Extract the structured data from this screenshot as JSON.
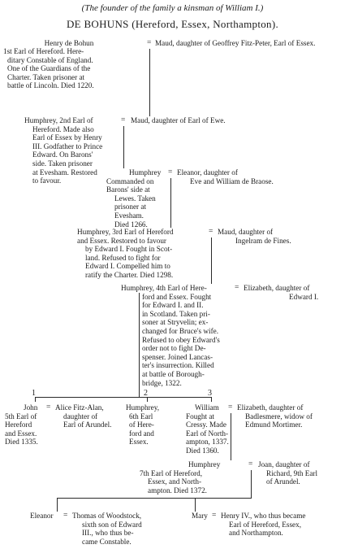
{
  "header": "(The founder of the family a kinsman of William I.)",
  "title": "DE BOHUNS (Hereford, Essex, Northampton).",
  "generations": {
    "g1": {
      "husband": [
        "Henry de Bohun",
        "1st Earl of Hereford. Here-",
        "ditary Constable of England.",
        "One of the Guardians of the",
        "Charter. Taken prisoner at",
        "battle of Lincoln. Died 1220."
      ],
      "wife": [
        "Maud, daughter of Geoffrey Fitz-Peter, Earl of Essex."
      ]
    },
    "g2": {
      "husband": [
        "Humphrey, 2nd Earl of",
        "Hereford. Made also",
        "Earl of Essex by Henry",
        "III. Godfather to Prince",
        "Edward. On Barons'",
        "side. Taken prisoner",
        "at Evesham. Restored",
        "to favour."
      ],
      "wife": [
        "Maud, daughter of Earl of Ewe."
      ]
    },
    "g3": {
      "husband": [
        "Humphrey",
        "Commanded on",
        "Barons' side at",
        "Lewes. Taken",
        "prisoner at",
        "Evesham.",
        "Died 1266."
      ],
      "wife": [
        "Eleanor, daughter of",
        "Eve and William de Braose."
      ]
    },
    "g4": {
      "husband": [
        "Humphrey, 3rd Earl of Hereford",
        "and Essex. Restored to favour",
        "by Edward I. Fought in Scot-",
        "land. Refused to fight for",
        "Edward I. Compelled him to",
        "ratify the Charter. Died 1298."
      ],
      "wife": [
        "Maud, daughter of",
        "Ingelram de Fines."
      ]
    },
    "g5": {
      "husband": [
        "Humphrey, 4th Earl of Here-",
        "ford and Essex. Fought",
        "for Edward I. and II.",
        "in Scotland. Taken pri-",
        "soner at Stryvelin; ex-",
        "changed for Bruce's wife.",
        "Refused to obey Edward's",
        "order not to fight De-",
        "spenser. Joined Lancas-",
        "ter's insurrection. Killed",
        "at battle of Borough-",
        "bridge, 1322."
      ],
      "wife": [
        "Elizabeth, daughter of",
        "Edward I."
      ]
    }
  },
  "children": {
    "numbers": [
      "1",
      "2",
      "3"
    ],
    "john": [
      "John",
      "5th Earl of",
      "Hereford",
      "and Essex.",
      "Died 1335."
    ],
    "alice": [
      "Alice Fitz-Alan,",
      "daughter of",
      "Earl of Arundel."
    ],
    "humphrey6": [
      "Humphrey,",
      "6th Earl",
      "of Here-",
      "ford and",
      "Essex."
    ],
    "william": [
      "William",
      "Fought at",
      "Cressy. Made",
      "Earl of North-",
      "ampton, 1337.",
      "Died 1360."
    ],
    "elizabeth_b": [
      "Elizabeth, daughter of",
      "Badlesmere, widow of",
      "Edmund Mortimer."
    ]
  },
  "g7": {
    "husband": [
      "Humphrey",
      "7th Earl of Hereford,",
      "Essex, and North-",
      "ampton. Died 1372."
    ],
    "wife": [
      "Joan, daughter of",
      "Richard, 9th Earl",
      "of Arundel."
    ]
  },
  "g8": {
    "eleanor": "Eleanor",
    "thomas": [
      "Thomas of Woodstock,",
      "sixth son of Edward",
      "III., who thus be-",
      "came Constable."
    ],
    "mary": "Mary",
    "henry": [
      "Henry IV., who thus became",
      "Earl of Hereford, Essex,",
      "and Northampton."
    ]
  },
  "marriage_symbol": "="
}
